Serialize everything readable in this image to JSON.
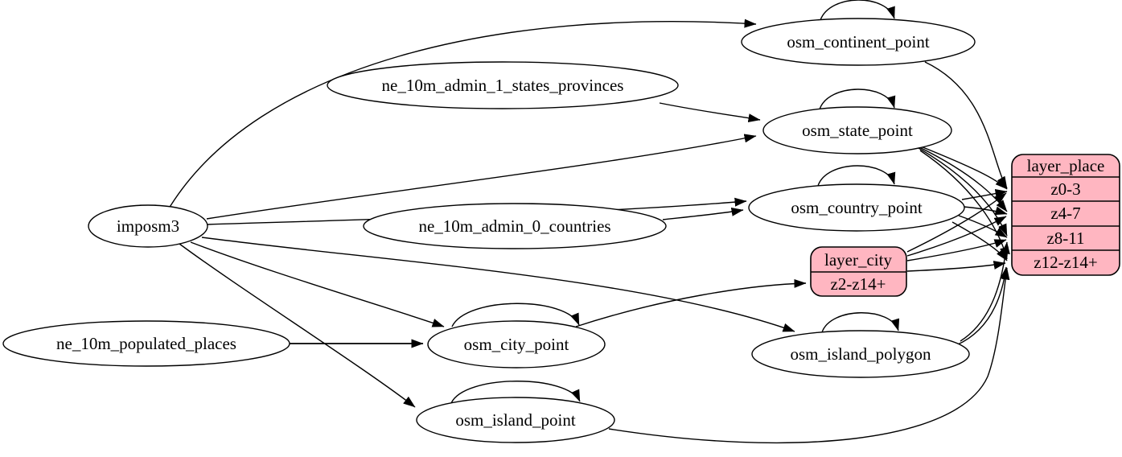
{
  "diagram": {
    "kind": "etl-graph",
    "colors": {
      "record_fill": "#ffb6c1",
      "table_fill": "#ffffff",
      "stroke": "#000000",
      "background": "#ffffff"
    },
    "nodes": {
      "imposm3": {
        "label": "imposm3",
        "type": "source"
      },
      "ne_10m_admin_1_states_provinces": {
        "label": "ne_10m_admin_1_states_provinces",
        "type": "source"
      },
      "ne_10m_admin_0_countries": {
        "label": "ne_10m_admin_0_countries",
        "type": "source"
      },
      "ne_10m_populated_places": {
        "label": "ne_10m_populated_places",
        "type": "source"
      },
      "osm_continent_point": {
        "label": "osm_continent_point",
        "type": "table"
      },
      "osm_state_point": {
        "label": "osm_state_point",
        "type": "table"
      },
      "osm_country_point": {
        "label": "osm_country_point",
        "type": "table"
      },
      "osm_city_point": {
        "label": "osm_city_point",
        "type": "table"
      },
      "osm_island_polygon": {
        "label": "osm_island_polygon",
        "type": "table"
      },
      "osm_island_point": {
        "label": "osm_island_point",
        "type": "table"
      },
      "layer_city": {
        "header": "layer_city",
        "rows": [
          "z2-z14+"
        ],
        "type": "layer-record"
      },
      "layer_place": {
        "header": "layer_place",
        "rows": [
          "z0-3",
          "z4-7",
          "z8-11",
          "z12-z14+"
        ],
        "type": "layer-record"
      }
    },
    "edges": [
      {
        "from": "imposm3",
        "to": "osm_continent_point"
      },
      {
        "from": "imposm3",
        "to": "osm_state_point"
      },
      {
        "from": "imposm3",
        "to": "osm_country_point"
      },
      {
        "from": "imposm3",
        "to": "osm_city_point"
      },
      {
        "from": "imposm3",
        "to": "osm_island_polygon"
      },
      {
        "from": "imposm3",
        "to": "osm_island_point"
      },
      {
        "from": "ne_10m_admin_1_states_provinces",
        "to": "osm_state_point"
      },
      {
        "from": "ne_10m_admin_0_countries",
        "to": "osm_country_point"
      },
      {
        "from": "ne_10m_populated_places",
        "to": "osm_city_point"
      },
      {
        "from": "osm_continent_point",
        "to": "osm_continent_point"
      },
      {
        "from": "osm_state_point",
        "to": "osm_state_point"
      },
      {
        "from": "osm_country_point",
        "to": "osm_country_point"
      },
      {
        "from": "osm_city_point",
        "to": "osm_city_point"
      },
      {
        "from": "osm_island_polygon",
        "to": "osm_island_polygon"
      },
      {
        "from": "osm_island_point",
        "to": "osm_island_point"
      },
      {
        "from": "osm_continent_point",
        "to": "layer_place",
        "to_port": "z0-3"
      },
      {
        "from": "osm_state_point",
        "to": "layer_place",
        "to_port": "z0-3"
      },
      {
        "from": "osm_state_point",
        "to": "layer_place",
        "to_port": "z4-7"
      },
      {
        "from": "osm_state_point",
        "to": "layer_place",
        "to_port": "z8-11"
      },
      {
        "from": "osm_state_point",
        "to": "layer_place",
        "to_port": "z12-z14+"
      },
      {
        "from": "osm_country_point",
        "to": "layer_place",
        "to_port": "z0-3"
      },
      {
        "from": "osm_country_point",
        "to": "layer_place",
        "to_port": "z4-7"
      },
      {
        "from": "osm_country_point",
        "to": "layer_place",
        "to_port": "z8-11"
      },
      {
        "from": "osm_country_point",
        "to": "layer_place",
        "to_port": "z12-z14+"
      },
      {
        "from": "osm_city_point",
        "to": "layer_city",
        "to_port": "z2-z14+"
      },
      {
        "from": "layer_city",
        "to": "layer_place",
        "to_port": "z0-3"
      },
      {
        "from": "layer_city",
        "to": "layer_place",
        "to_port": "z4-7"
      },
      {
        "from": "layer_city",
        "to": "layer_place",
        "to_port": "z8-11"
      },
      {
        "from": "layer_city",
        "to": "layer_place",
        "to_port": "z12-z14+"
      },
      {
        "from": "osm_island_polygon",
        "to": "layer_place",
        "to_port": "z8-11"
      },
      {
        "from": "osm_island_polygon",
        "to": "layer_place",
        "to_port": "z12-z14+"
      },
      {
        "from": "osm_island_point",
        "to": "layer_place",
        "to_port": "z12-z14+"
      }
    ]
  }
}
